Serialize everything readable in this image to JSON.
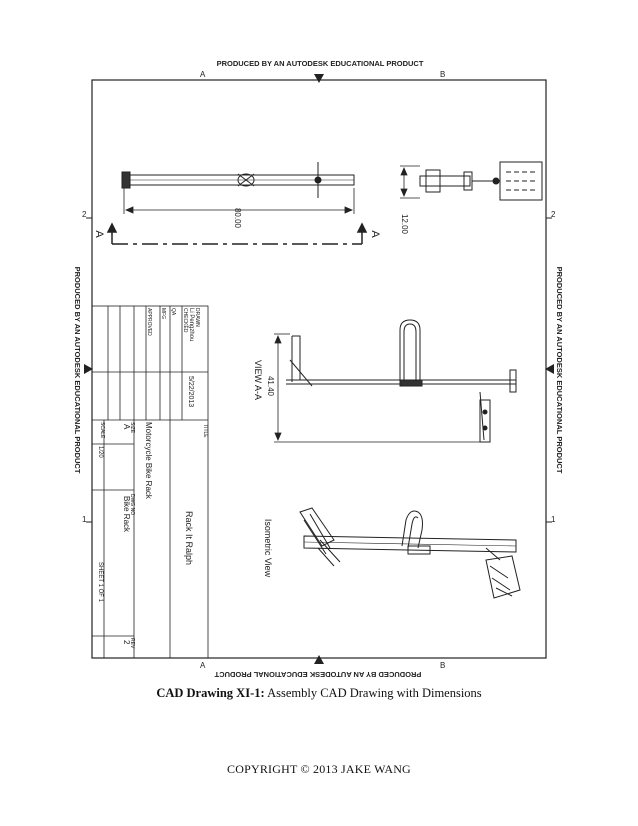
{
  "sheet": {
    "watermark": "PRODUCED BY AN AUTODESK EDUCATIONAL PRODUCT",
    "zone_letters": [
      "A",
      "B"
    ],
    "zone_numbers": [
      "2",
      "1"
    ],
    "section_letter": "A",
    "dim_length": "80.00",
    "dim_height": "12.00",
    "dim_section": "41.40",
    "view_label": "VIEW A-A",
    "iso_label": "Isometric View"
  },
  "title_block": {
    "drawn_label": "DRAWN",
    "drawn_name": "Li Pengzhou",
    "checked_label": "CHECKED",
    "qa_label": "QA",
    "mfg_label": "MFG",
    "approved_label": "APPROVED",
    "date": "5/22/2013",
    "title_label": "TITLE",
    "title": "Rack It Ralph",
    "size_label": "SIZE",
    "size": "A",
    "product": "Motorcycle Bike Rack",
    "dwg_label": "DWG NO",
    "dwg_no": "Bike Rack",
    "rev_label": "REV",
    "rev": "2",
    "scale_label": "SCALE",
    "scale": "1/20",
    "sheet": "SHEET 1 OF 1"
  },
  "caption": {
    "label": "CAD Drawing XI-1:",
    "text": " Assembly CAD Drawing with Dimensions"
  },
  "copyright": "COPYRIGHT © 2013 JAKE WANG"
}
